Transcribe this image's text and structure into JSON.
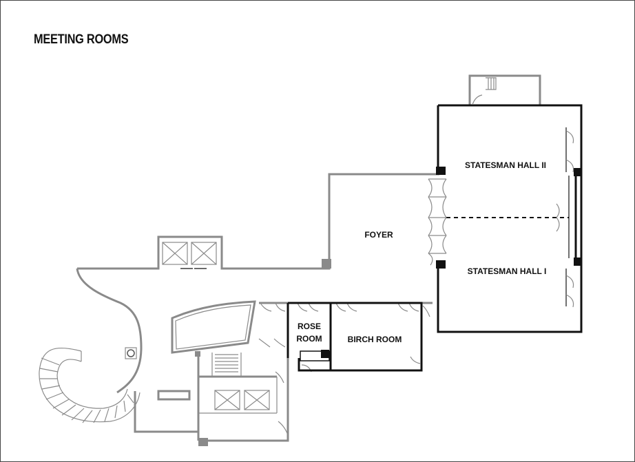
{
  "map": {
    "title": "MEETING ROOMS",
    "rooms": {
      "statesman_hall_2": "STATESMAN HALL II",
      "statesman_hall_1": "STATESMAN HALL I",
      "foyer": "FOYER",
      "rose_room_line1": "ROSE",
      "rose_room_line2": "ROOM",
      "birch_room": "BIRCH ROOM"
    },
    "colors": {
      "wall_outer": "#8a8a8a",
      "wall_room": "#111111",
      "background": "#ffffff"
    },
    "icons": [
      "elevator-icon",
      "stair-icon",
      "door-swing-icon",
      "column-icon"
    ]
  }
}
